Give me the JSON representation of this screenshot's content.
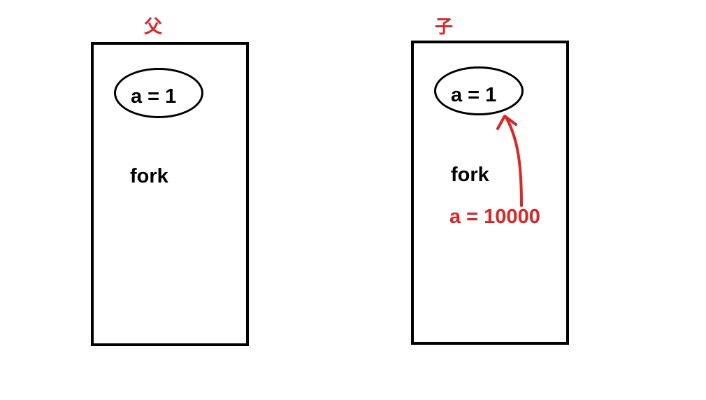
{
  "parent": {
    "title": "父",
    "variable": "a = 1",
    "call": "fork"
  },
  "child": {
    "title": "子",
    "variable": "a = 1",
    "call": "fork",
    "assignment": "a = 10000"
  },
  "colors": {
    "accent": "#e02424",
    "stroke": "#000000",
    "background": "#ffffff"
  }
}
